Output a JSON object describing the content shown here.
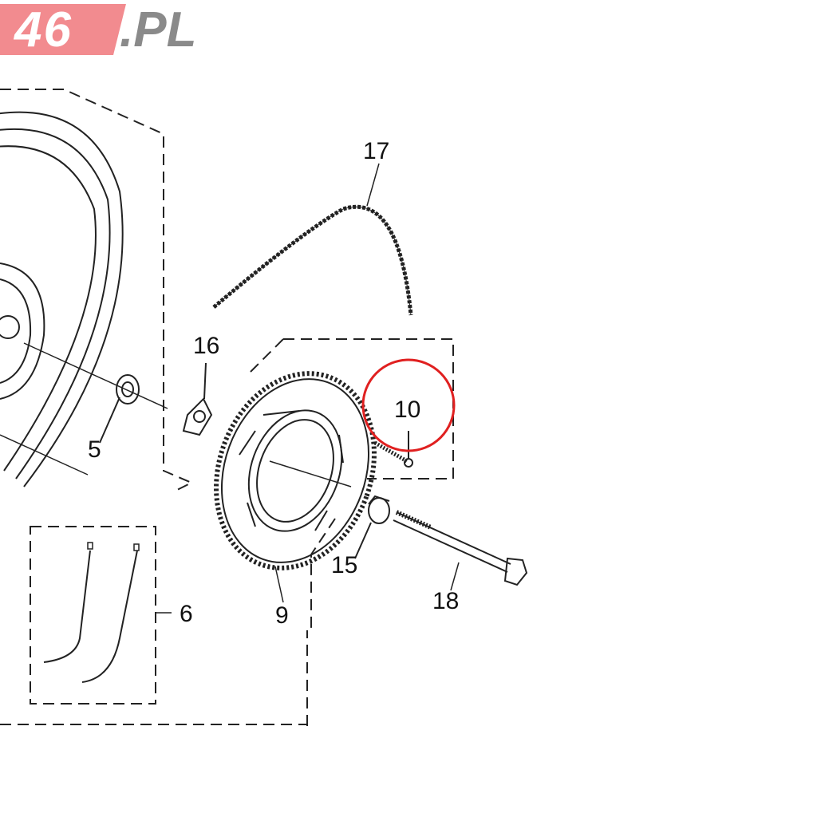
{
  "logo": {
    "number": "46",
    "tld": ".PL",
    "color": "#f28b8f"
  },
  "callouts": [
    {
      "id": "17",
      "label": "17"
    },
    {
      "id": "16",
      "label": "16"
    },
    {
      "id": "10",
      "label": "10"
    },
    {
      "id": "5",
      "label": "5"
    },
    {
      "id": "9",
      "label": "9"
    },
    {
      "id": "15",
      "label": "15"
    },
    {
      "id": "18",
      "label": "18"
    },
    {
      "id": "6",
      "label": "6"
    }
  ],
  "highlight": {
    "target": "10",
    "color": "#e02020"
  }
}
